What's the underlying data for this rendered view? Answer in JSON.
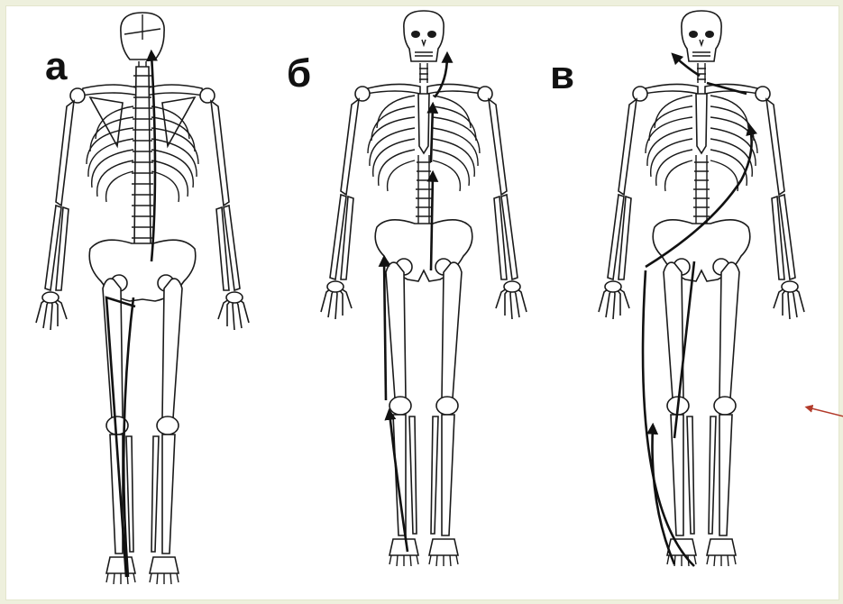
{
  "figure": {
    "panels": [
      {
        "label": "а",
        "view": "back"
      },
      {
        "label": "б",
        "view": "front"
      },
      {
        "label": "в",
        "view": "front"
      }
    ],
    "colors": {
      "background": "#eef0dd",
      "bone_stroke": "#1a1a1a",
      "arrow": "#111111",
      "pointer": "#b23a2a"
    }
  }
}
